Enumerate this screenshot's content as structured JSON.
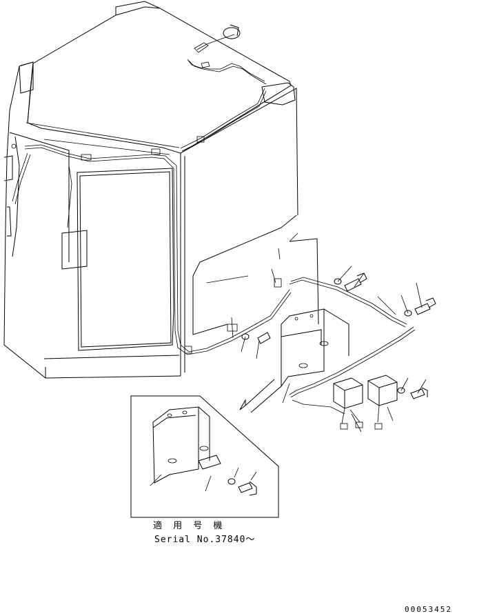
{
  "figure": {
    "applies_label": "適 用 号 機",
    "serial_label": "Serial No.37840～",
    "drawing_number": "00053452"
  }
}
